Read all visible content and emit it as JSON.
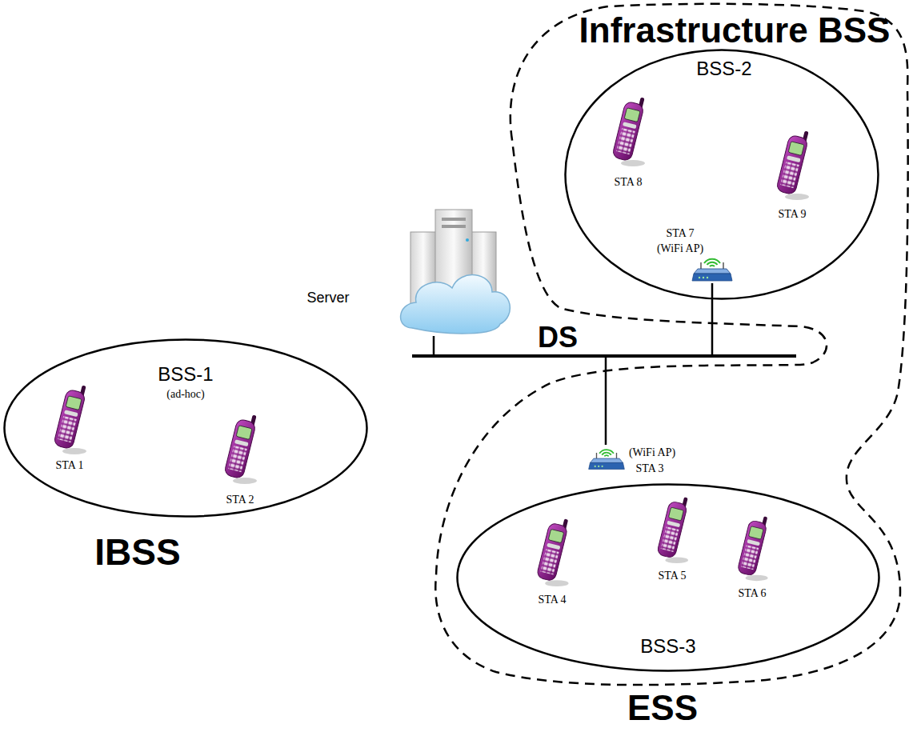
{
  "diagram": {
    "nodes": [
      {
        "text": [
          "BSS-1",
          "(ad-hoc)"
        ]
      },
      {
        "text": [
          "STA 1"
        ],
        "in": 0
      },
      {
        "text": [
          "STA 2"
        ],
        "in": 0
      },
      {
        "text": [
          "Server"
        ]
      },
      {
        "text": [
          "DS"
        ]
      },
      {
        "text": [
          "Infrastructure BSS",
          "ESS"
        ]
      },
      {
        "text": [
          "BSS-2"
        ],
        "in": 5
      },
      {
        "text": [
          "STA 8"
        ],
        "in": 6
      },
      {
        "text": [
          "STA 9"
        ],
        "in": 6
      },
      {
        "text": [
          "STA 7",
          "(WiFi AP)"
        ],
        "in": 6
      },
      {
        "text": [
          "BSS-3"
        ],
        "in": 5
      },
      {
        "text": [
          "(WiFi AP)",
          "STA 3"
        ],
        "in": 5
      },
      {
        "text": [
          "STA 4"
        ],
        "in": 10
      },
      {
        "text": [
          "STA 5"
        ],
        "in": 10
      },
      {
        "text": [
          "STA 6"
        ],
        "in": 10
      }
    ],
    "edges": [
      {
        "from": 3,
        "to": 4,
        "arrow": "none"
      },
      {
        "from": 9,
        "to": 4,
        "arrow": "none"
      },
      {
        "from": 11,
        "to": 4,
        "arrow": "none"
      }
    ],
    "labels": [
      "IBSS"
    ]
  }
}
